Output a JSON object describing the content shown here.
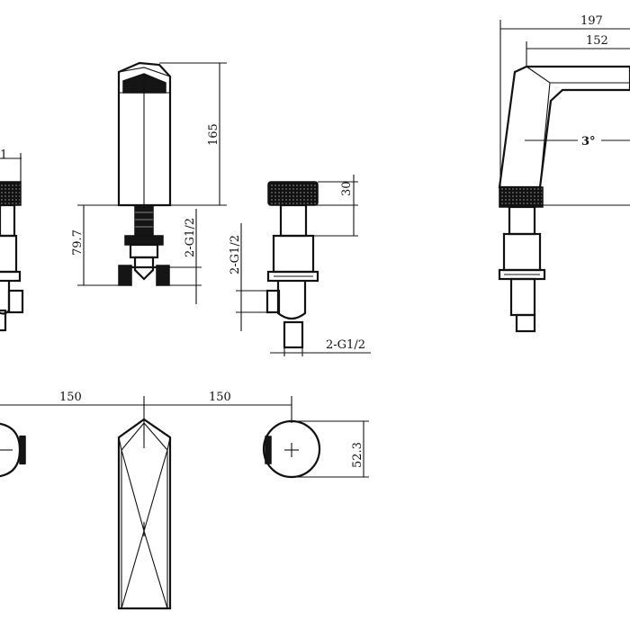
{
  "dimensions": {
    "left_partial": "1",
    "spout_height": "165",
    "spout_connection_height": "79.7",
    "spout_thread": "2-G1/2",
    "valve_thread_vertical": "2-G1/2",
    "handle_height": "30",
    "valve_thread_bottom": "2-G1/2",
    "side_overall_reach": "197",
    "side_spout_reach": "152",
    "side_angle": "3°",
    "spacing_left": "150",
    "spacing_right": "150",
    "handle_diameter": "52.3"
  }
}
